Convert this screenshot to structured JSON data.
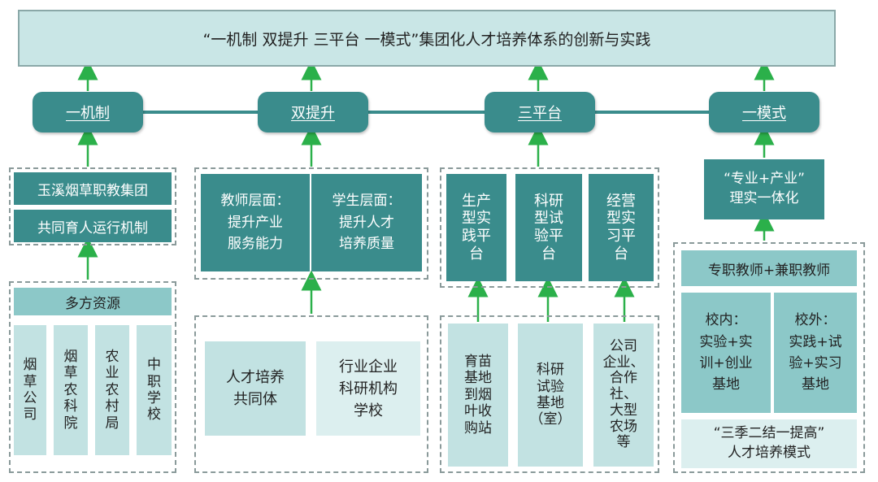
{
  "title": "“一机制 双提升 三平台 一模式”集团化人才培养体系的创新与实践",
  "pillars": {
    "p1": "一机制",
    "p2": "双提升",
    "p3": "三平台",
    "p4": "一模式"
  },
  "col1": {
    "box1": "玉溪烟草职教集团",
    "box2": "共同育人运行机制",
    "resources_title": "多方资源",
    "resources": [
      "烟\n草\n公\n司",
      "烟\n草\n农\n科\n院",
      "农\n业\n农\n村\n局",
      "中\n职\n学\n校"
    ]
  },
  "col2": {
    "teacher": "教师层面：\n提升产业\n服务能力",
    "student": "学生层面：\n提升人才\n培养质量",
    "community": "人才培养\n共同体",
    "partners": "行业企业\n科研机构\n学校"
  },
  "col3": {
    "platforms": [
      "生产\n型实\n践平\n台",
      "科研\n型试\n验平\n台",
      "经营\n型实\n习平\n台"
    ],
    "bases": [
      "育苗\n基地\n到烟\n叶收\n购站",
      "科研\n试验\n基地\n（室）",
      "公司\n企业、\n合作\n社、\n大型\n农场\n等"
    ]
  },
  "col4": {
    "integration": "“专业+产业”\n理实一体化",
    "teachers": "专职教师+兼职教师",
    "inside": "校内：\n实验+实\n训+创业\n基地",
    "outside": "校外：\n实践+试\n验+实习\n基地",
    "model": "“三季二结一提高”\n人才培养模式"
  },
  "colors": {
    "dark_teal": "#3a8c8c",
    "mid_teal": "#8cc8c8",
    "light_teal": "#c2e2e2",
    "pale_teal": "#dcefef",
    "arrow_green": "#2bb04a"
  }
}
